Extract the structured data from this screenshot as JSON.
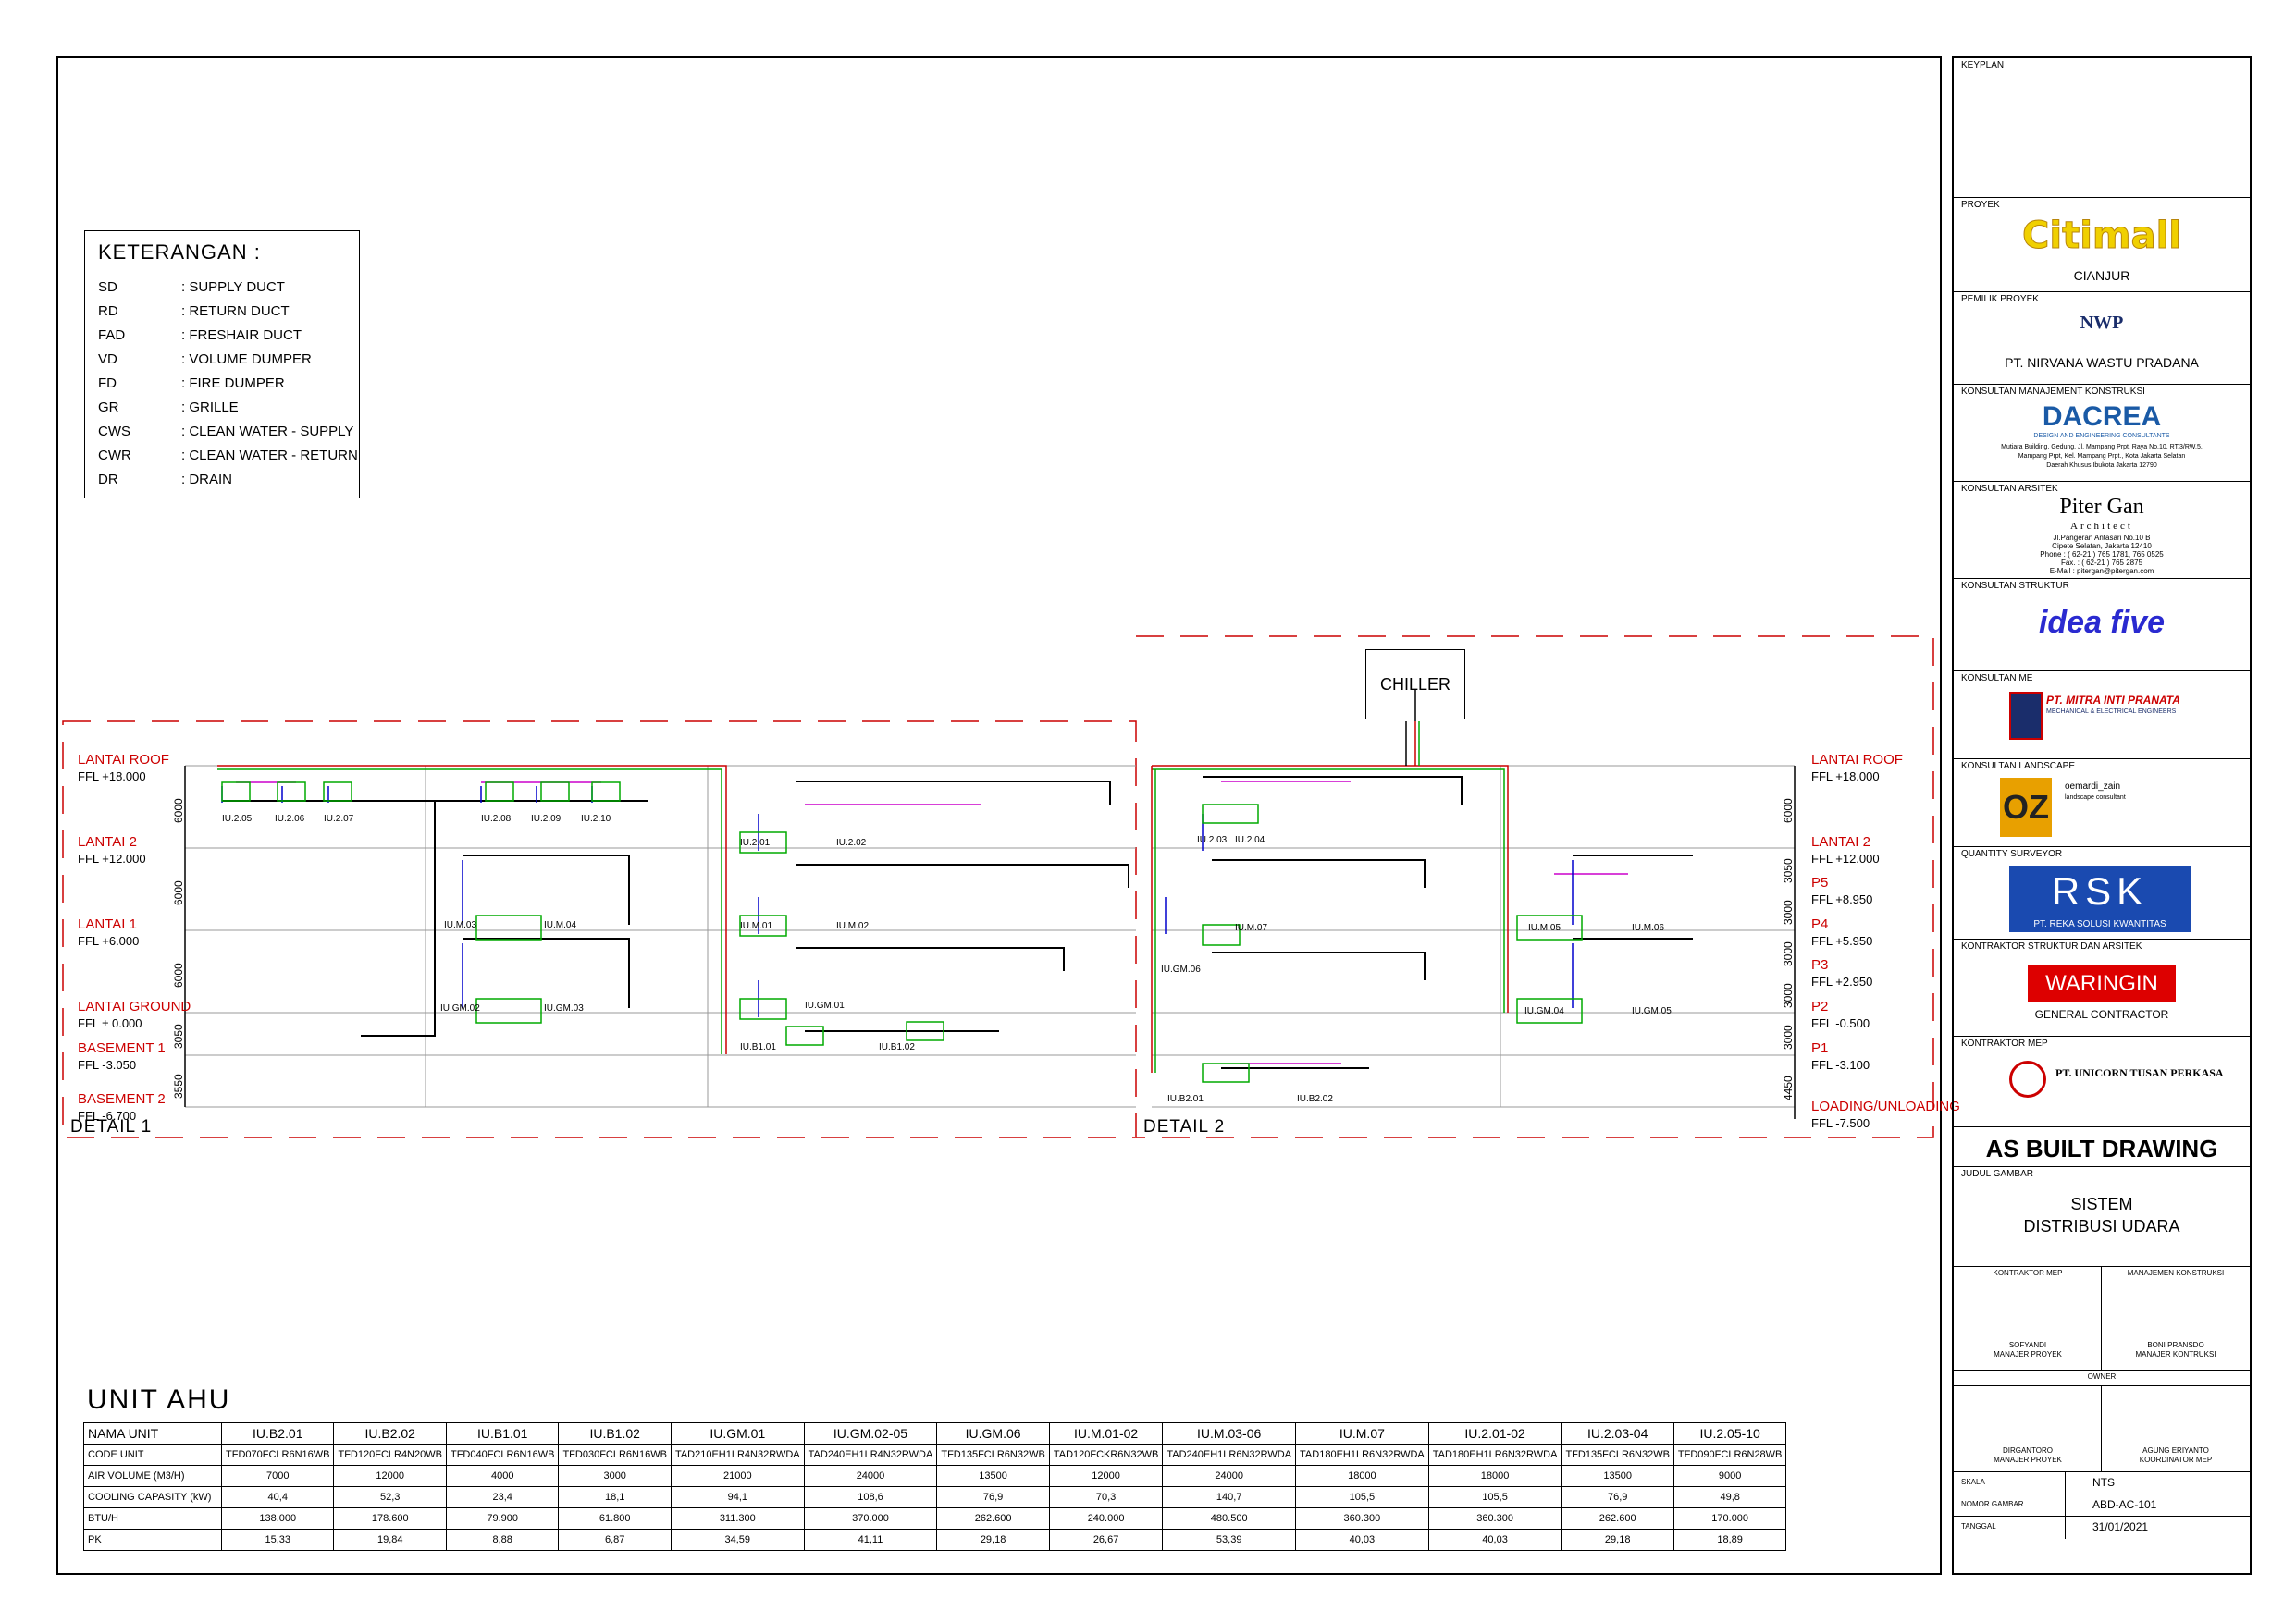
{
  "legend": {
    "title": "KETERANGAN :",
    "items": [
      {
        "code": "SD",
        "desc": ": SUPPLY DUCT"
      },
      {
        "code": "RD",
        "desc": ": RETURN DUCT"
      },
      {
        "code": "FAD",
        "desc": ": FRESHAIR DUCT"
      },
      {
        "code": "VD",
        "desc": ": VOLUME DUMPER"
      },
      {
        "code": "FD",
        "desc": ": FIRE DUMPER"
      },
      {
        "code": "GR",
        "desc": ": GRILLE"
      },
      {
        "code": "CWS",
        "desc": ": CLEAN WATER - SUPPLY"
      },
      {
        "code": "CWR",
        "desc": ": CLEAN WATER - RETURN"
      },
      {
        "code": "DR",
        "desc": ": DRAIN"
      }
    ]
  },
  "diagram": {
    "chiller": "CHILLER",
    "detail1": "DETAIL 1",
    "detail2": "DETAIL 2",
    "left_levels": [
      {
        "name": "LANTAI ROOF",
        "ffl": "FFL +18.000"
      },
      {
        "name": "LANTAI 2",
        "ffl": "FFL +12.000"
      },
      {
        "name": "LANTAI 1",
        "ffl": "FFL +6.000"
      },
      {
        "name": "LANTAI GROUND",
        "ffl": "FFL ± 0.000"
      },
      {
        "name": "BASEMENT 1",
        "ffl": "FFL -3.050"
      },
      {
        "name": "BASEMENT 2",
        "ffl": "FFL -6.700"
      }
    ],
    "left_dims": [
      "6000",
      "6000",
      "6000",
      "3050",
      "3550"
    ],
    "right_levels": [
      {
        "name": "LANTAI ROOF",
        "ffl": "FFL +18.000"
      },
      {
        "name": "LANTAI 2",
        "ffl": "FFL +12.000"
      },
      {
        "name": "P5",
        "ffl": "FFL +8.950"
      },
      {
        "name": "P4",
        "ffl": "FFL +5.950"
      },
      {
        "name": "P3",
        "ffl": "FFL +2.950"
      },
      {
        "name": "P2",
        "ffl": "FFL -0.500"
      },
      {
        "name": "P1",
        "ffl": "FFL -3.100"
      },
      {
        "name": "LOADING/UNLOADING",
        "ffl": "FFL -7.500"
      }
    ],
    "right_dims": [
      "6000",
      "3050",
      "3000",
      "3000",
      "3000",
      "3000",
      "4450"
    ],
    "units": {
      "u205": "IU.2.05",
      "u206": "IU.2.06",
      "u207": "IU.2.07",
      "u208": "IU.2.08",
      "u209": "IU.2.09",
      "u210": "IU.2.10",
      "um03": "IU.M.03",
      "um04": "IU.M.04",
      "ugm02": "IU.GM.02",
      "ugm03": "IU.GM.03",
      "u201": "IU.2.01",
      "u202": "IU.2.02",
      "um01": "IU.M.01",
      "um02": "IU.M.02",
      "ugm01": "IU.GM.01",
      "ub101": "IU.B1.01",
      "ub102": "IU.B1.02",
      "u203": "IU.2.03",
      "u204": "IU.2.04",
      "um07": "IU.M.07",
      "ugm06": "IU.GM.06",
      "ub201": "IU.B2.01",
      "ub202": "IU.B2.02",
      "um05": "IU.M.05",
      "um06": "IU.M.06",
      "ugm04": "IU.GM.04",
      "ugm05": "IU.GM.05"
    }
  },
  "ahu": {
    "title": "UNIT AHU",
    "row_labels": [
      "NAMA UNIT",
      "CODE UNIT",
      "AIR VOLUME (M3/H)",
      "COOLING CAPASITY (kW)",
      "BTU/H",
      "PK"
    ],
    "columns": [
      {
        "name": "IU.B2.01",
        "code": "TFD070FCLR6N16WB",
        "air": "7000",
        "cool": "40,4",
        "btu": "138.000",
        "pk": "15,33"
      },
      {
        "name": "IU.B2.02",
        "code": "TFD120FCLR4N20WB",
        "air": "12000",
        "cool": "52,3",
        "btu": "178.600",
        "pk": "19,84"
      },
      {
        "name": "IU.B1.01",
        "code": "TFD040FCLR6N16WB",
        "air": "4000",
        "cool": "23,4",
        "btu": "79.900",
        "pk": "8,88"
      },
      {
        "name": "IU.B1.02",
        "code": "TFD030FCLR6N16WB",
        "air": "3000",
        "cool": "18,1",
        "btu": "61.800",
        "pk": "6,87"
      },
      {
        "name": "IU.GM.01",
        "code": "TAD210EH1LR4N32RWDA",
        "air": "21000",
        "cool": "94,1",
        "btu": "311.300",
        "pk": "34,59"
      },
      {
        "name": "IU.GM.02-05",
        "code": "TAD240EH1LR4N32RWDA",
        "air": "24000",
        "cool": "108,6",
        "btu": "370.000",
        "pk": "41,11"
      },
      {
        "name": "IU.GM.06",
        "code": "TFD135FCLR6N32WB",
        "air": "13500",
        "cool": "76,9",
        "btu": "262.600",
        "pk": "29,18"
      },
      {
        "name": "IU.M.01-02",
        "code": "TAD120FCKR6N32WB",
        "air": "12000",
        "cool": "70,3",
        "btu": "240.000",
        "pk": "26,67"
      },
      {
        "name": "IU.M.03-06",
        "code": "TAD240EH1LR6N32RWDA",
        "air": "24000",
        "cool": "140,7",
        "btu": "480.500",
        "pk": "53,39"
      },
      {
        "name": "IU.M.07",
        "code": "TAD180EH1LR6N32RWDA",
        "air": "18000",
        "cool": "105,5",
        "btu": "360.300",
        "pk": "40,03"
      },
      {
        "name": "IU.2.01-02",
        "code": "TAD180EH1LR6N32RWDA",
        "air": "18000",
        "cool": "105,5",
        "btu": "360.300",
        "pk": "40,03"
      },
      {
        "name": "IU.2.03-04",
        "code": "TFD135FCLR6N32WB",
        "air": "13500",
        "cool": "76,9",
        "btu": "262.600",
        "pk": "29,18"
      },
      {
        "name": "IU.2.05-10",
        "code": "TFD090FCLR6N28WB",
        "air": "9000",
        "cool": "49,8",
        "btu": "170.000",
        "pk": "18,89"
      }
    ]
  },
  "titleblock": {
    "keyplan": "KEYPLAN",
    "proyek": "PROYEK",
    "project_logo": "Citimall",
    "project_city": "CIANJUR",
    "pemilik": "PEMILIK PROYEK",
    "owner_logo": "NWP",
    "owner_name": "PT. NIRVANA WASTU PRADANA",
    "mk": "KONSULTAN MANAJEMENT KONSTRUKSI",
    "mk_logo": "DACREA",
    "mk_tag": "DESIGN AND ENGINEERING CONSULTANTS",
    "mk_addr1": "Mutiara Building, Gedung, Jl. Mampang Prpt. Raya No.10, RT.3/RW.5,",
    "mk_addr2": "Mampang Prpt, Kel. Mampang Prpt., Kota Jakarta Selatan",
    "mk_addr3": "Daerah Khusus Ibukota Jakarta 12790",
    "arsitek": "KONSULTAN ARSITEK",
    "ars_logo": "Piter Gan",
    "ars_sub": "Architect",
    "ars_addr1": "Jl.Pangeran Antasari No.10 B",
    "ars_addr2": "Cipete Selatan, Jakarta 12410",
    "ars_addr3": "Phone : ( 62-21 ) 765 1781, 765 0525",
    "ars_addr4": "Fax. : ( 62-21 ) 765 2875",
    "ars_addr5": "E-Mail : pitergan@pitergan.com",
    "struktur": "KONSULTAN STRUKTUR",
    "str_logo": "idea five",
    "me": "KONSULTAN ME",
    "me_logo": "PT. MITRA INTI PRANATA",
    "me_sub": "MECHANICAL & ELECTRICAL ENGINEERS",
    "landscape": "KONSULTAN LANDSCAPE",
    "ls_logo": "OZ",
    "ls_name": "oemardi_zain",
    "ls_sub": "landscape consultant",
    "qs": "QUANTITY SURVEYOR",
    "qs_logo": "RSK",
    "qs_name": "PT. REKA SOLUSI KWANTITAS",
    "kontraktor": "KONTRAKTOR STRUKTUR DAN ARSITEK",
    "kon_logo": "WARINGIN",
    "kon_sub": "GENERAL CONTRACTOR",
    "mep": "KONTRAKTOR MEP",
    "mep_name": "PT. UNICORN TUSAN PERKASA",
    "as_built": "AS BUILT DRAWING",
    "judul": "JUDUL GAMBAR",
    "judul1": "SISTEM",
    "judul2": "DISTRIBUSI UDARA",
    "sig_mep": "KONTRAKTOR MEP",
    "sig_mk": "MANAJEMEN KONSTRUKSI",
    "sig1_name": "SOFYANDI",
    "sig1_role": "MANAJER PROYEK",
    "sig2_name": "BONI PRANSDO",
    "sig2_role": "MANAJER KONTRUKSI",
    "owner_lbl": "OWNER",
    "sig3_name": "DIRGANTORO",
    "sig3_role": "MANAJER PROYEK",
    "sig4_name": "AGUNG ERIYANTO",
    "sig4_role": "KOORDINATOR MEP",
    "skala_lbl": "SKALA",
    "skala": "NTS",
    "nomor_lbl": "NOMOR GAMBAR",
    "nomor": "ABD-AC-101",
    "tanggal_lbl": "TANGGAL",
    "tanggal": "31/01/2021"
  }
}
